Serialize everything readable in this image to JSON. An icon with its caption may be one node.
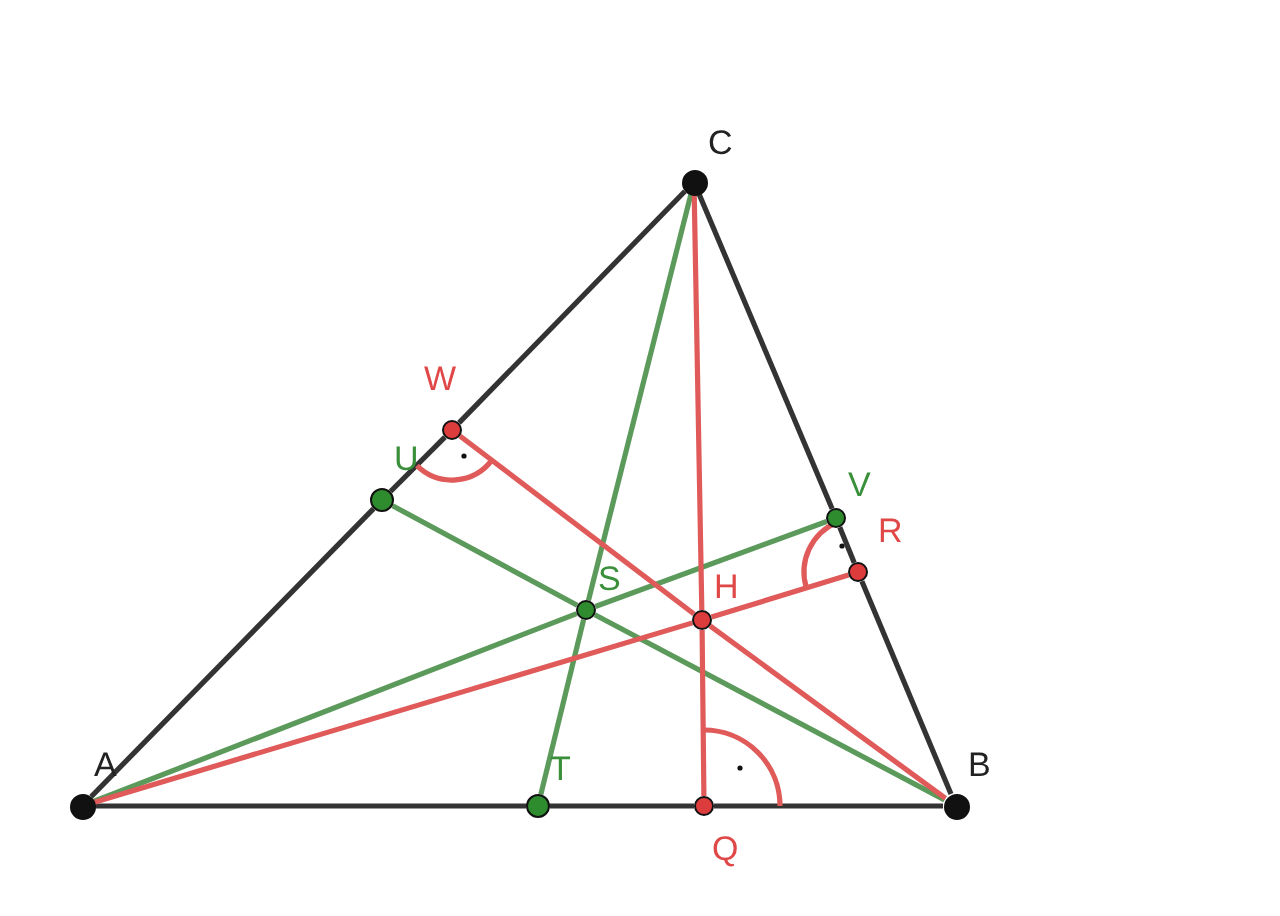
{
  "diagram": {
    "nodes": [
      {
        "text": [
          "A"
        ]
      },
      {
        "text": [
          "B"
        ]
      },
      {
        "text": [
          "C"
        ]
      },
      {
        "text": [
          "W"
        ]
      },
      {
        "text": [
          "U"
        ]
      },
      {
        "text": [
          "V"
        ]
      },
      {
        "text": [
          "R"
        ]
      },
      {
        "text": [
          "S"
        ]
      },
      {
        "text": [
          "H"
        ]
      },
      {
        "text": [
          "T"
        ]
      },
      {
        "text": [
          "Q"
        ]
      }
    ],
    "edges": [
      {
        "from": 0,
        "to": 9,
        "arrow": "none"
      },
      {
        "from": 9,
        "to": 10,
        "arrow": "none"
      },
      {
        "from": 10,
        "to": 1,
        "arrow": "none"
      },
      {
        "from": 1,
        "to": 6,
        "arrow": "none"
      },
      {
        "from": 6,
        "to": 5,
        "arrow": "none"
      },
      {
        "from": 5,
        "to": 2,
        "arrow": "none"
      },
      {
        "from": 2,
        "to": 3,
        "arrow": "none"
      },
      {
        "from": 3,
        "to": 4,
        "arrow": "none"
      },
      {
        "from": 4,
        "to": 0,
        "arrow": "none"
      },
      {
        "from": 2,
        "to": 7,
        "arrow": "none",
        "color": "#5b9a5b"
      },
      {
        "from": 7,
        "to": 9,
        "arrow": "none",
        "color": "#5b9a5b"
      },
      {
        "from": 0,
        "to": 7,
        "arrow": "none",
        "color": "#5b9a5b"
      },
      {
        "from": 7,
        "to": 5,
        "arrow": "none",
        "color": "#5b9a5b"
      },
      {
        "from": 1,
        "to": 7,
        "arrow": "none",
        "color": "#5b9a5b"
      },
      {
        "from": 7,
        "to": 4,
        "arrow": "none",
        "color": "#5b9a5b"
      },
      {
        "from": 2,
        "to": 8,
        "arrow": "none",
        "color": "#e05a5a"
      },
      {
        "from": 8,
        "to": 10,
        "arrow": "none",
        "color": "#e05a5a"
      },
      {
        "from": 0,
        "to": 8,
        "arrow": "none",
        "color": "#e05a5a"
      },
      {
        "from": 8,
        "to": 6,
        "arrow": "none",
        "color": "#e05a5a"
      },
      {
        "from": 1,
        "to": 8,
        "arrow": "none",
        "color": "#e05a5a"
      },
      {
        "from": 8,
        "to": 3,
        "arrow": "none",
        "color": "#e05a5a"
      }
    ]
  }
}
